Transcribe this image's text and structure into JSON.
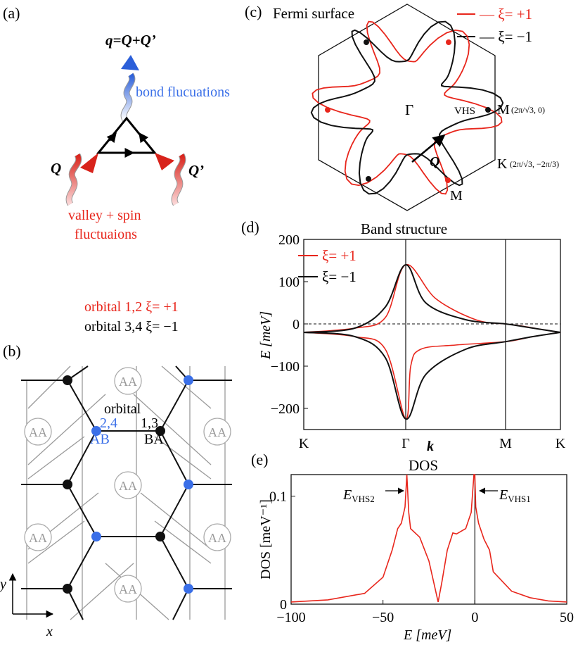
{
  "panel_a": {
    "label": "(a)",
    "q_label": "q=Q+Q’",
    "bond_text": "bond flucuations",
    "left_q": "Q",
    "right_q": "Q’",
    "valley_line1": "valley + spin",
    "valley_line2": "fluctuaions"
  },
  "panel_b": {
    "label": "(b)",
    "legend_line1": "orbital 1,2  ξ= +1",
    "legend_line2": "orbital 3,4  ξ= −1",
    "orbital_word": "orbital",
    "orb_blue": "2,4",
    "orb_black": "1,3",
    "ab": "AB",
    "ba": "BA",
    "aa": "AA",
    "axis_x": "x",
    "axis_y": "y",
    "colors": {
      "blue": "#3a6fe8",
      "black": "#111111",
      "gray": "#9a9a9a"
    }
  },
  "panel_c": {
    "label": "(c)",
    "title": "Fermi surface",
    "legend": [
      "— ξ= +1",
      "— ξ= −1"
    ],
    "gamma": "Γ",
    "vhs": "VHS",
    "m_label": "M",
    "m_coord": "(2π/√3, 0)",
    "k_label": "K",
    "k_coord": "(2π/√3, −2π/3)",
    "m_bottom": "M",
    "q_vec": "Q"
  },
  "chart_data": [
    {
      "type": "line",
      "label": "(d)",
      "title": "Band structure",
      "xlabel": "k",
      "ylabel": "E [meV]",
      "ylim": [
        -250,
        200
      ],
      "yticks": [
        200,
        100,
        0,
        -100,
        -200
      ],
      "ytick_labels": [
        "200",
        "100",
        "0",
        "−100",
        "−200"
      ],
      "x_ticks": [
        "K",
        "Γ",
        "M",
        "K"
      ],
      "legend": [
        "ξ= +1",
        "ξ= −1"
      ],
      "series": [
        {
          "name": "ξ= +1",
          "color": "#e8261c",
          "upper": [
            [
              0,
              -20
            ],
            [
              0.5,
              -10
            ],
            [
              0.8,
              15
            ],
            [
              1,
              140
            ],
            [
              1.3,
              60
            ],
            [
              1.7,
              10
            ],
            [
              2,
              0
            ],
            [
              2.3,
              -5
            ],
            [
              2.6,
              -12
            ],
            [
              3,
              -20
            ]
          ],
          "lower": [
            [
              0,
              -20
            ],
            [
              0.5,
              -30
            ],
            [
              0.8,
              -60
            ],
            [
              1,
              -225
            ],
            [
              1.05,
              -100
            ],
            [
              1.15,
              -60
            ],
            [
              1.5,
              -50
            ],
            [
              2,
              -42
            ],
            [
              2.5,
              -30
            ],
            [
              3,
              -20
            ]
          ]
        },
        {
          "name": "ξ= −1",
          "color": "#111111",
          "upper": [
            [
              0,
              -20
            ],
            [
              0.5,
              -10
            ],
            [
              0.8,
              40
            ],
            [
              1,
              140
            ],
            [
              1.2,
              50
            ],
            [
              1.6,
              10
            ],
            [
              2,
              0
            ],
            [
              2.5,
              -10
            ],
            [
              3,
              -20
            ]
          ],
          "lower": [
            [
              0,
              -20
            ],
            [
              0.5,
              -30
            ],
            [
              0.8,
              -80
            ],
            [
              1,
              -225
            ],
            [
              1.2,
              -120
            ],
            [
              1.6,
              -60
            ],
            [
              2,
              -42
            ],
            [
              2.5,
              -30
            ],
            [
              3,
              -20
            ]
          ]
        }
      ]
    },
    {
      "type": "line",
      "label": "(e)",
      "title": "DOS",
      "xlabel": "E [meV]",
      "ylabel": "DOS [meV⁻¹]",
      "xlim": [
        -100,
        50
      ],
      "ylim": [
        0,
        0.12
      ],
      "xticks": [
        -100,
        -50,
        0,
        50
      ],
      "xtick_labels": [
        "−100",
        "−50",
        "0",
        "50"
      ],
      "yticks": [
        0,
        0.1
      ],
      "ytick_labels": [
        "0",
        "0.1"
      ],
      "annotations": [
        "E_VHS2",
        "E_VHS1"
      ],
      "series": [
        {
          "name": "DOS",
          "color": "#e8261c",
          "x": [
            -100,
            -80,
            -60,
            -50,
            -45,
            -42,
            -40,
            -38,
            -37,
            -36,
            -35,
            -30,
            -25,
            -20,
            -18,
            -15,
            -12,
            -10,
            -5,
            -2,
            -0.5,
            0,
            0.5,
            2,
            5,
            8,
            10,
            20,
            30,
            40,
            50
          ],
          "y": [
            0.002,
            0.004,
            0.01,
            0.025,
            0.05,
            0.07,
            0.075,
            0.09,
            0.12,
            0.085,
            0.07,
            0.062,
            0.04,
            0.002,
            0.02,
            0.05,
            0.066,
            0.065,
            0.07,
            0.085,
            0.12,
            0.12,
            0.09,
            0.075,
            0.06,
            0.05,
            0.03,
            0.012,
            0.006,
            0.003,
            0.002
          ]
        }
      ]
    }
  ]
}
